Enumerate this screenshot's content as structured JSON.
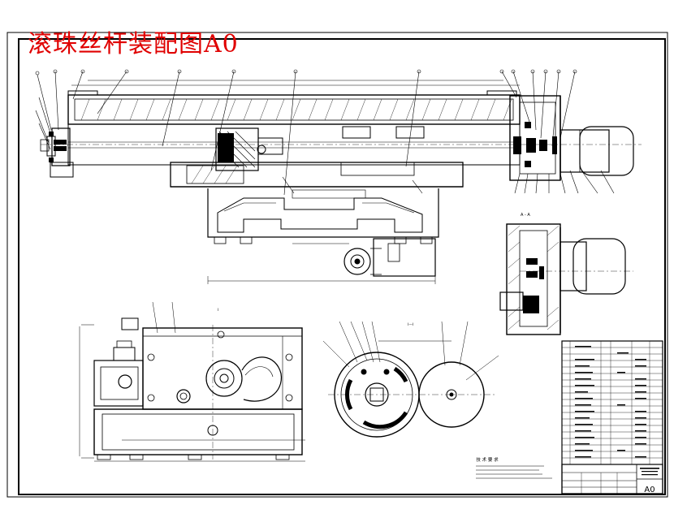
{
  "drawing": {
    "title": "滚珠丝杆装配图A0",
    "section_label": "A - A",
    "notes_title": "技 术 要 求",
    "drawing_no": "A0",
    "colors": {
      "line": "#000000",
      "title_red": "#e00000",
      "fill": "#000000"
    }
  }
}
